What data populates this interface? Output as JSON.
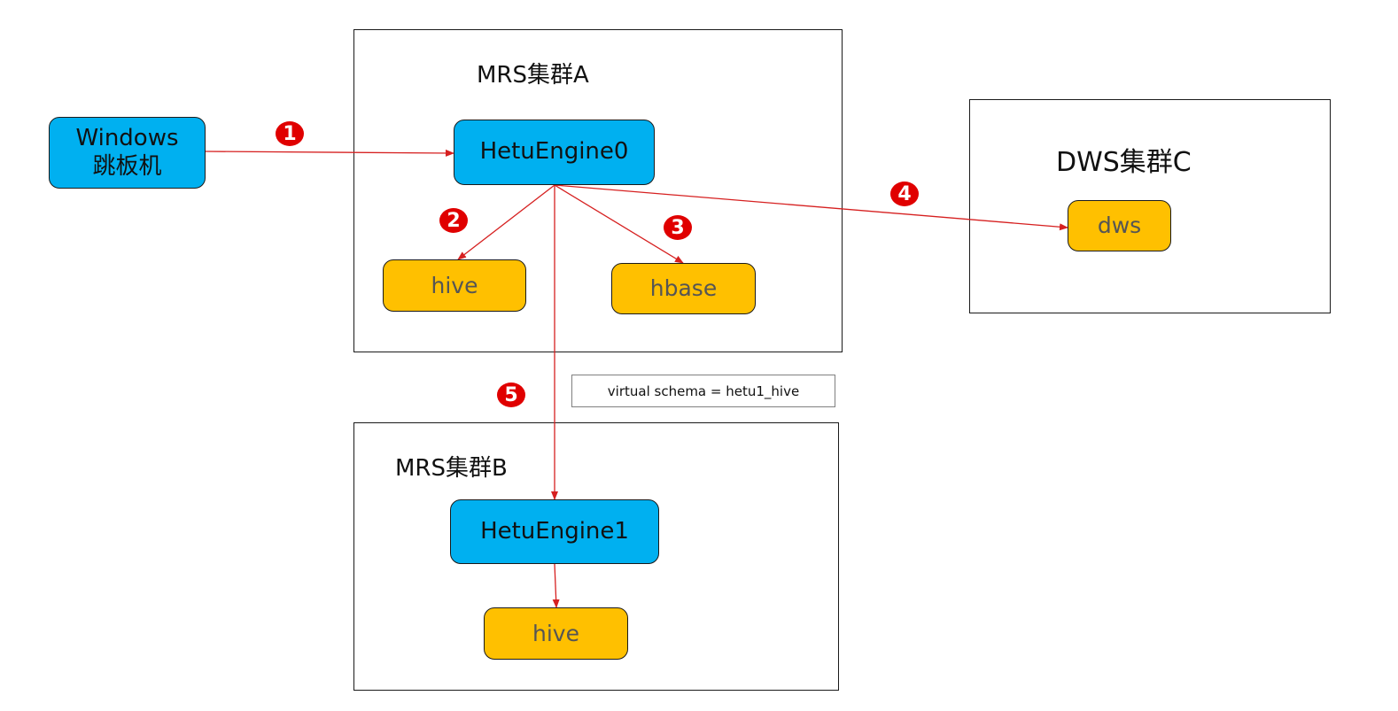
{
  "clusters": {
    "a": {
      "title": "MRS集群A"
    },
    "b": {
      "title": "MRS集群B"
    },
    "c": {
      "title": "DWS集群C"
    }
  },
  "nodes": {
    "windows": "Windows\n跳板机",
    "hetu0": "HetuEngine0",
    "hive_a": "hive",
    "hbase_a": "hbase",
    "dws_c": "dws",
    "hetu1": "HetuEngine1",
    "hive_b": "hive"
  },
  "steps": [
    "1",
    "2",
    "3",
    "4",
    "5"
  ],
  "note": "virtual schema = hetu1_hive",
  "colors": {
    "engine_fill": "#00b0f0",
    "source_fill": "#ffc000",
    "arrow": "#d62020",
    "badge": "#e00000"
  }
}
